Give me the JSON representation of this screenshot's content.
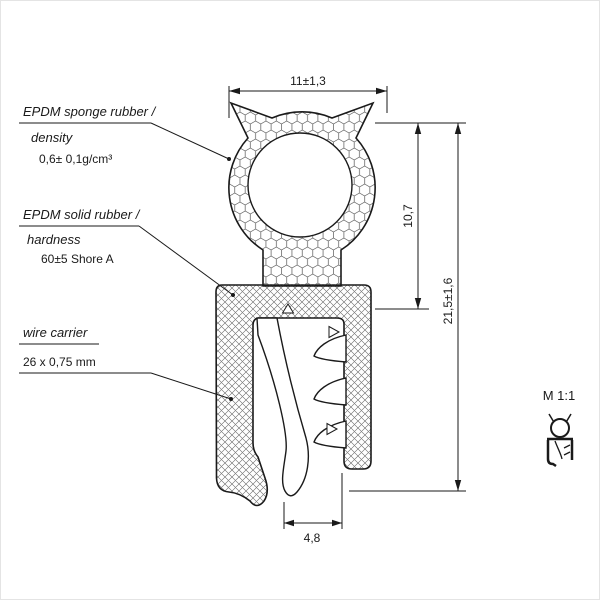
{
  "style": {
    "line_color": "#1a1a1a",
    "background": "#ffffff"
  },
  "callouts": {
    "sponge": {
      "line1": "EPDM sponge rubber /",
      "line2": "density",
      "line3": "0,6± 0,1g/cm³"
    },
    "solid": {
      "line1": "EPDM solid rubber /",
      "line2": "hardness",
      "line3": "60±5 Shore A"
    },
    "wire": {
      "line1": "wire carrier",
      "line2": "26 x 0,75 mm"
    }
  },
  "dimensions": {
    "top_width": "11±1,3",
    "inner_height": "10,7",
    "overall_height": "21,5±1,6",
    "bottom_width": "4,8"
  },
  "scale": {
    "label": "M 1:1"
  }
}
